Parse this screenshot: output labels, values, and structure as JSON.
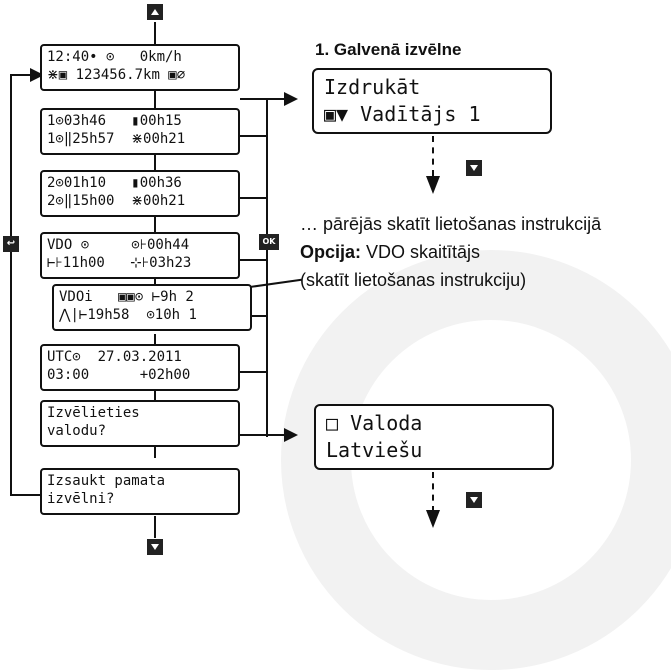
{
  "keys": {
    "up": "up-key",
    "down": "down-key",
    "back": "back-key",
    "ok": "OK"
  },
  "screens": {
    "time_speed": {
      "line1": "12:40• ⊙   0km/h",
      "line2": "⋇▣ 123456.7km ▣⌀"
    },
    "driver1_times": {
      "line1": "1⊙03h46   ▮00h15",
      "line2": "1⊙‖25h57  ⋇00h21"
    },
    "driver2_times": {
      "line1": "2⊙01h10   ▮00h36",
      "line2": "2⊙‖15h00  ⋇00h21"
    },
    "vdo_counter": {
      "line1": "VDO ⊙     ⊙⊦00h44",
      "line2": "⊢⊦11h00   ⊹⊦03h23"
    },
    "vdo_detail": {
      "line1": "VDOi   ▣▣⊙ ⊢9h 2",
      "line2": "⋀|⊢19h58  ⊙10h 1"
    },
    "utc": {
      "line1": "UTC⊙  27.03.2011",
      "line2": "03:00      +02h00"
    },
    "select_language": {
      "line1": "Izvēlieties",
      "line2": "valodu?"
    },
    "main_menu_prompt": {
      "line1": "Izsaukt pamata",
      "line2": "izvēlni?"
    }
  },
  "main_menu": {
    "heading": "1. Galvenā izvēlne",
    "line1": "Izdrukāt",
    "line2": "▣▼ Vadītājs 1"
  },
  "language": {
    "line1": "□ Valoda",
    "line2": "Latviešu"
  },
  "notes": {
    "see_manual": "… pārējās skatīt lietošanas instrukcijā",
    "option_label": "Opcija:",
    "option_text": " VDO skaitītājs",
    "option_sub": "(skatīt lietošanas instrukciju)"
  },
  "colors": {
    "ink": "#111111",
    "watermark": "#f2f2f2"
  }
}
